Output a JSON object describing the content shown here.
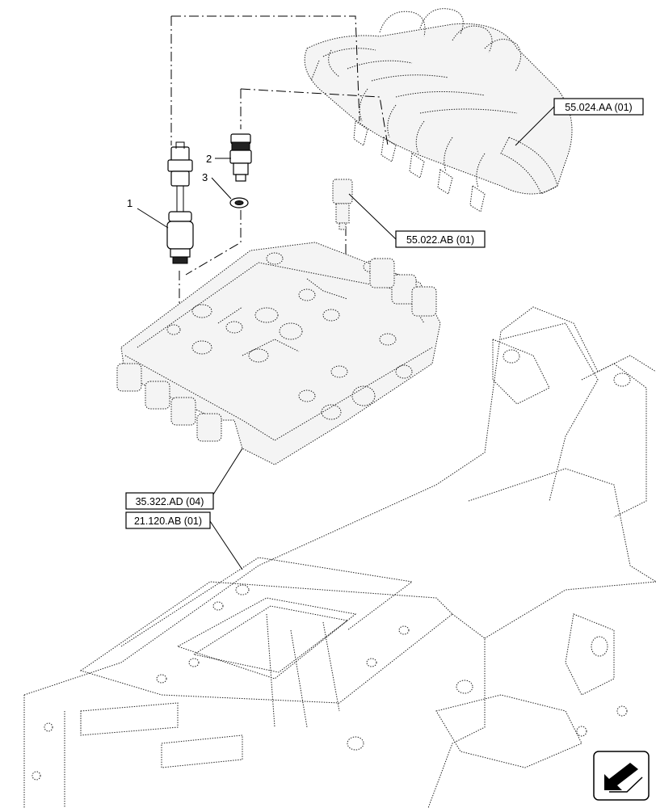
{
  "callouts": {
    "item_1": "1",
    "item_2": "2",
    "item_3": "3"
  },
  "references": {
    "harness": "55.024.AA (01)",
    "sensor": "55.022.AB (01)",
    "valve_block": "35.322.AD (04)",
    "housing": "21.120.AB (01)"
  },
  "nav": {
    "icon": "next-page-arrow-icon"
  }
}
